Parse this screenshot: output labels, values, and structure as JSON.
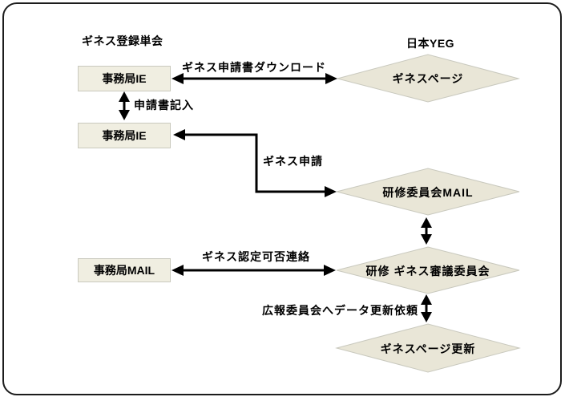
{
  "diagram": {
    "title_left_column": "ギネス登録単会",
    "title_right_column": "日本YEG",
    "boxes": [
      {
        "label": "事務局IE"
      },
      {
        "label": "事務局IE"
      },
      {
        "label": "事務局MAIL"
      }
    ],
    "diamonds": [
      {
        "label": "ギネスページ"
      },
      {
        "label": "研修委員会MAIL"
      },
      {
        "label": "研修 ギネス審議委員会"
      },
      {
        "label": "ギネスページ更新"
      }
    ],
    "edges": [
      {
        "label": "ギネス申請書ダウンロード",
        "type": "double-arrow-horizontal"
      },
      {
        "label": "申請書記入",
        "type": "double-arrow-vertical"
      },
      {
        "label": "ギネス申請",
        "type": "elbow-double-arrow"
      },
      {
        "label": "",
        "type": "double-arrow-vertical"
      },
      {
        "label": "ギネス認定可否連絡",
        "type": "double-arrow-horizontal"
      },
      {
        "label": "広報委員会へデータ更新依頼",
        "type": "double-arrow-vertical"
      }
    ],
    "colors": {
      "background": "#FFFFFF",
      "frame_border": "#1C1C1C",
      "node_fill": "#F0EEE1",
      "diamond_fill": "#E9E6D7",
      "node_border": "#C9C9BE",
      "arrow": "#000000",
      "text": "#000000"
    }
  }
}
